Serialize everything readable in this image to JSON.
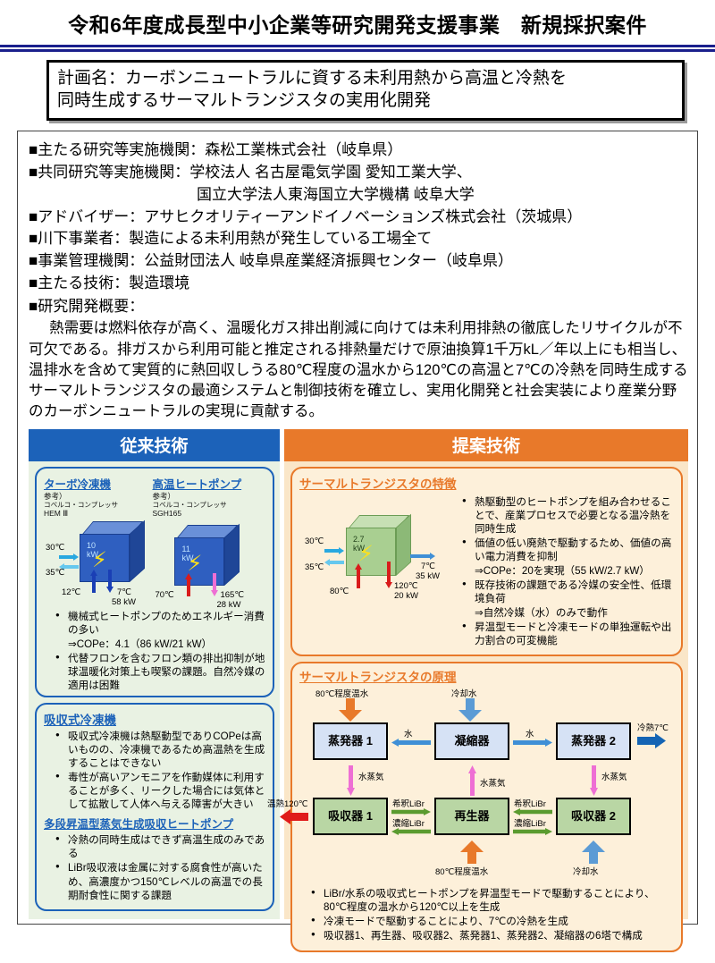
{
  "header": {
    "title": "令和6年度成長型中小企業等研究開発支援事業　新規採択案件"
  },
  "plan": {
    "line1": "計画名：カーボンニュートラルに資する未利用熱から高温と冷熱を",
    "line2": "同時生成するサーマルトランジスタの実用化開発"
  },
  "info": {
    "main_org": "■主たる研究等実施機関：森松工業株式会社（岐阜県）",
    "joint_org": "■共同研究等実施機関：学校法人 名古屋電気学園 愛知工業大学、",
    "joint_org2": "国立大学法人東海国立大学機構 岐阜大学",
    "advisor": "■アドバイザー：アサヒクオリティーアンドイノベーションズ株式会社（茨城県）",
    "downstream": "■川下事業者：製造による未利用熱が発生している工場全て",
    "admin_org": "■事業管理機関：公益財団法人 岐阜県産業経済振興センター（岐阜県）",
    "main_tech": "■主たる技術：製造環境",
    "overview_head": "■研究開発概要：",
    "overview_body": "熱需要は燃料依存が高く、温暖化ガス排出削減に向けては未利用排熱の徹底したリサイクルが不可欠である。排ガスから利用可能と推定される排熱量だけで原油換算1千万kL／年以上にも相当し、温排水を含めて実質的に熱回収しうる80℃程度の温水から120℃の高温と7℃の冷熱を同時生成するサーマルトランジスタの最適システムと制御技術を確立し、実用化開発と社会実装により産業分野のカーボンニュートラルの実現に貢献する。"
  },
  "compare": {
    "left_header": "従来技術",
    "right_header": "提案技術"
  },
  "conventional": {
    "machine1": {
      "title": "ターボ冷凍機",
      "sub1": "参考）",
      "sub2": "コベルコ・コンプレッサ",
      "sub3": "HEM Ⅲ",
      "power": "10 kW",
      "in_top": "30℃",
      "in_bottom": "35℃",
      "bot_left": "12℃",
      "bot_right": "7℃",
      "bot_right2": "58 kW"
    },
    "machine2": {
      "title": "高温ヒートポンプ",
      "sub1": "参考）",
      "sub2": "コベルコ・コンプレッサ",
      "sub3": "SGH165",
      "power": "11 kW",
      "bot_left": "70℃",
      "bot_right": "165℃",
      "bot_right2": "28 kW"
    },
    "bullets1": [
      "機械式ヒートポンプのためエネルギー消費の多い",
      "⇒COPe：4.1（86 kW/21 kW）",
      "代替フロンを含むフロン類の排出抑制が地球温暖化対策上も喫緊の課題。自然冷媒の適用は困難"
    ],
    "panel2_title": "吸収式冷凍機",
    "bullets2": [
      "吸収式冷凍機は熱駆動型でありCOPeは高いものの、冷凍機であるため高温熱を生成することはできない",
      "毒性が高いアンモニアを作動媒体に利用することが多く、リークした場合には気体として拡散して人体へ与える障害が大きい"
    ],
    "panel3_title": "多段昇温型蒸気生成吸収ヒートポンプ",
    "bullets3": [
      "冷熱の同時生成はできず高温生成のみである",
      "LiBr吸収液は金属に対する腐食性が高いため、高濃度かつ150℃レベルの高温での長期耐食性に関する課題"
    ]
  },
  "proposed": {
    "panel1_title": "サーマルトランジスタの特徴",
    "cube": {
      "power": "2.7 kW",
      "in_top": "30℃",
      "in_bottom": "35℃",
      "out_right": "7℃",
      "out_right2": "35 kW",
      "bot_left": "80℃",
      "bot_mid": "120℃",
      "bot_mid2": "20 kW"
    },
    "bullets1": [
      "熱駆動型のヒートポンプを組み合わせることで、産業プロセスで必要となる温冷熱を同時生成",
      "価値の低い廃熱で駆動するため、価値の高い電力消費を抑制",
      "⇒COPe：20を実現（55 kW/2.7 kW）",
      "既存技術の課題である冷媒の安全性、低環境負荷",
      "⇒自然冷媒（水）のみで動作",
      "昇温型モードと冷凍モードの単独運転や出力割合の可変機能"
    ],
    "panel2_title": "サーマルトランジスタの原理",
    "flow": {
      "in_hot_top": "80℃程度温水",
      "in_cool_top": "冷却水",
      "box_evap1": "蒸発器 1",
      "box_cond": "凝縮器",
      "box_evap2": "蒸発器 2",
      "box_abs1": "吸収器 1",
      "box_regen": "再生器",
      "box_abs2": "吸収器 2",
      "water_left": "水",
      "water_right": "水",
      "out_cold": "冷熱7℃",
      "out_hot": "温熱120℃",
      "steam1": "水蒸気",
      "steam2": "水蒸気",
      "steam3": "水蒸気",
      "dilute1": "希釈LiBr",
      "conc1": "濃縮LiBr",
      "dilute2": "希釈LiBr",
      "conc2": "濃縮LiBr",
      "in_hot_bottom": "80℃程度温水",
      "in_cool_bottom": "冷却水"
    },
    "notes": [
      "LiBr/水系の吸収式ヒートポンプを昇温型モードで駆動することにより、80℃程度の温水から120℃以上を生成",
      "冷凍モードで駆動することにより、7℃の冷熱を生成",
      "吸収器1、再生器、吸収器2、蒸発器1、蒸発器2、凝縮器の6塔で構成"
    ]
  },
  "colors": {
    "header_blue": "#1c62b9",
    "header_orange": "#e8792a",
    "rule_navy": "#1a1f8c",
    "left_bg": "#e9f2e3",
    "right_bg": "#fae6c8"
  }
}
